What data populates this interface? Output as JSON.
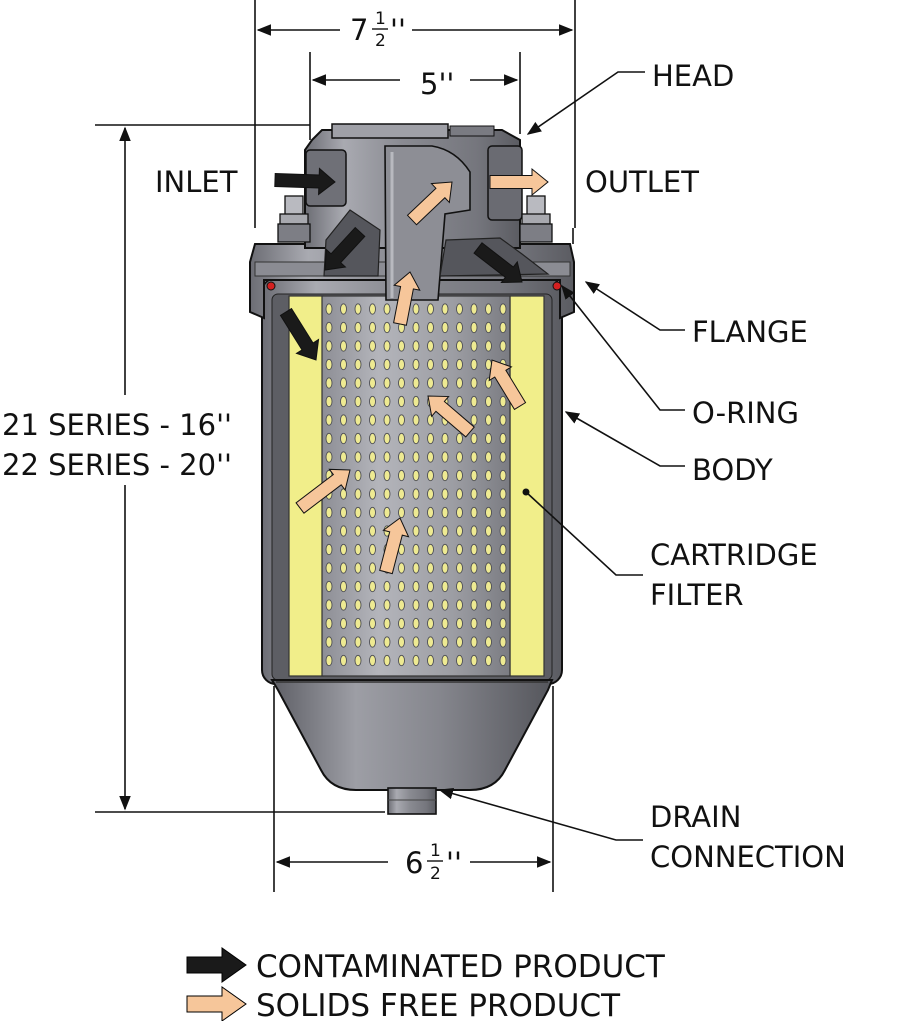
{
  "dimensions": {
    "top_width": {
      "whole": "7",
      "num": "1",
      "den": "2",
      "unit": "''"
    },
    "head_width": {
      "text": "5''"
    },
    "bottom_width": {
      "whole": "6",
      "num": "1",
      "den": "2",
      "unit": "''"
    },
    "height_line1": "21 SERIES - 16''",
    "height_line2": "22 SERIES - 20''"
  },
  "labels": {
    "inlet": "INLET",
    "outlet": "OUTLET",
    "head": "HEAD",
    "flange": "FLANGE",
    "oring": "O-RING",
    "body": "BODY",
    "cartridge_line1": "CARTRIDGE",
    "cartridge_line2": "FILTER",
    "drain_line1": "DRAIN",
    "drain_line2": "CONNECTION"
  },
  "legend": {
    "contaminated": "CONTAMINATED PRODUCT",
    "solids_free": "SOLIDS FREE PRODUCT"
  },
  "colors": {
    "contaminated_arrow": "#1a1a1a",
    "clean_arrow": "#f6c69a",
    "filter_media": "#f1ee8a",
    "metal": "#8e8f96",
    "oring": "#d42020"
  }
}
